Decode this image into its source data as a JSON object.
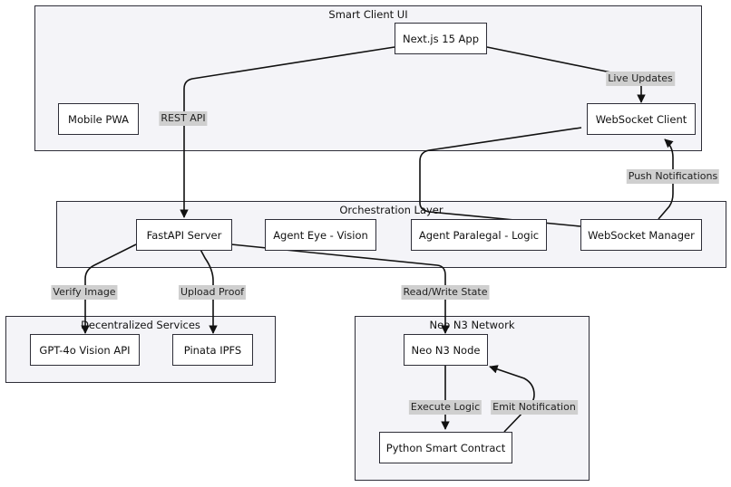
{
  "groups": {
    "client": "Smart Client UI",
    "orchestration": "Orchestration Layer",
    "decentralized": "Decentralized Services",
    "neo": "Neo N3 Network"
  },
  "nodes": {
    "nextjs": "Next.js 15 App",
    "mobile": "Mobile PWA",
    "ws_client": "WebSocket Client",
    "fastapi": "FastAPI Server",
    "agent_eye": "Agent Eye - Vision",
    "agent_paralegal": "Agent Paralegal - Logic",
    "ws_manager": "WebSocket Manager",
    "gpt": "GPT-4o Vision API",
    "pinata": "Pinata IPFS",
    "neo_node": "Neo N3 Node",
    "contract": "Python Smart Contract"
  },
  "edges": {
    "rest_api": "REST API",
    "live_updates": "Live Updates",
    "push_notifications": "Push Notifications",
    "verify_image": "Verify Image",
    "upload_proof": "Upload Proof",
    "read_write_state": "Read/Write State",
    "execute_logic": "Execute Logic",
    "emit_notification": "Emit Notification"
  },
  "colors": {
    "group_fill": "#f4f4f8",
    "border": "#2e2e38",
    "label_bg": "#cfcfcf"
  }
}
